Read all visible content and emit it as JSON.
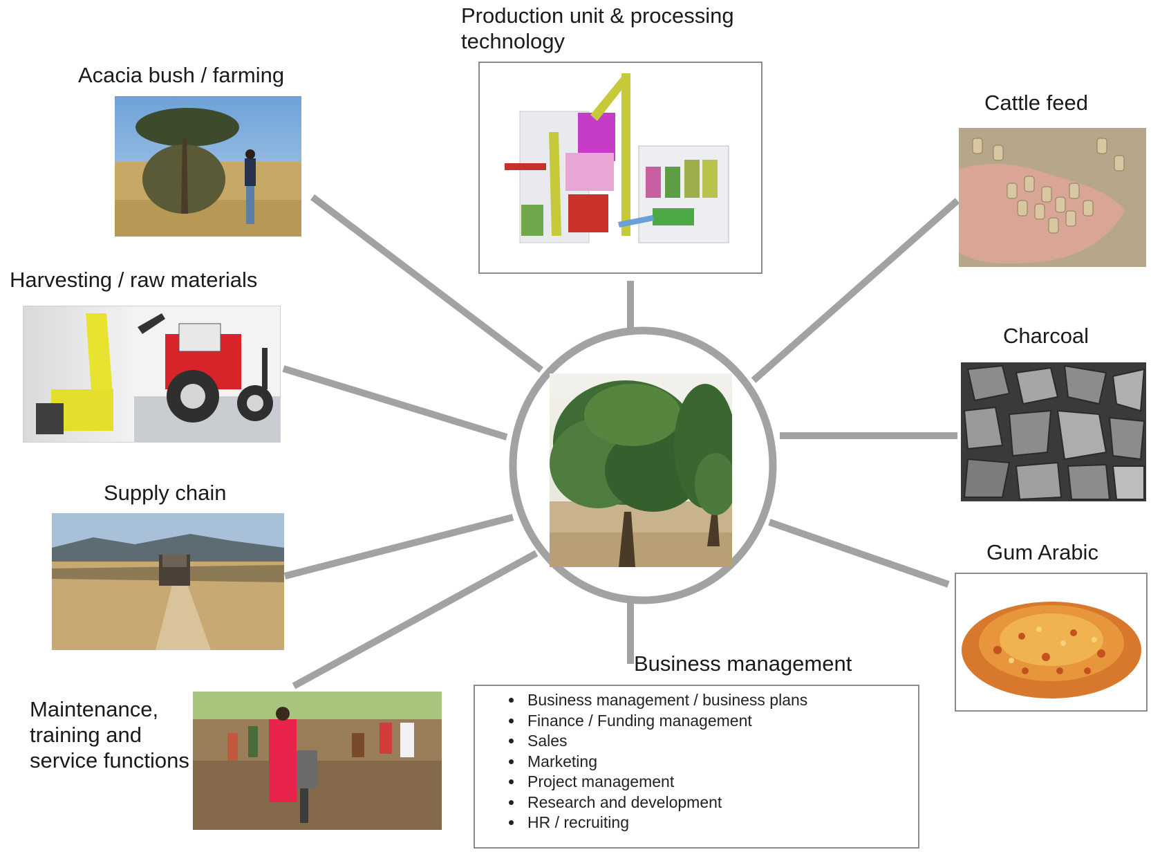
{
  "labels": {
    "production": "Production unit & processing\ntechnology",
    "acacia": "Acacia bush / farming",
    "cattle": "Cattle feed",
    "harvesting": "Harvesting / raw materials",
    "charcoal": "Charcoal",
    "supply": "Supply chain",
    "gum": "Gum Arabic",
    "business": "Business management",
    "maintenance": "Maintenance,\ntraining and\nservice functions"
  },
  "business_items": [
    "Business management / business plans",
    "Finance / Funding management",
    "Sales",
    "Marketing",
    "Project management",
    "Research and development",
    "HR / recruiting"
  ],
  "colors": {
    "spoke": "#a0a3a2",
    "box_border": "#8a8a8a",
    "text": "#1a1a1a"
  }
}
